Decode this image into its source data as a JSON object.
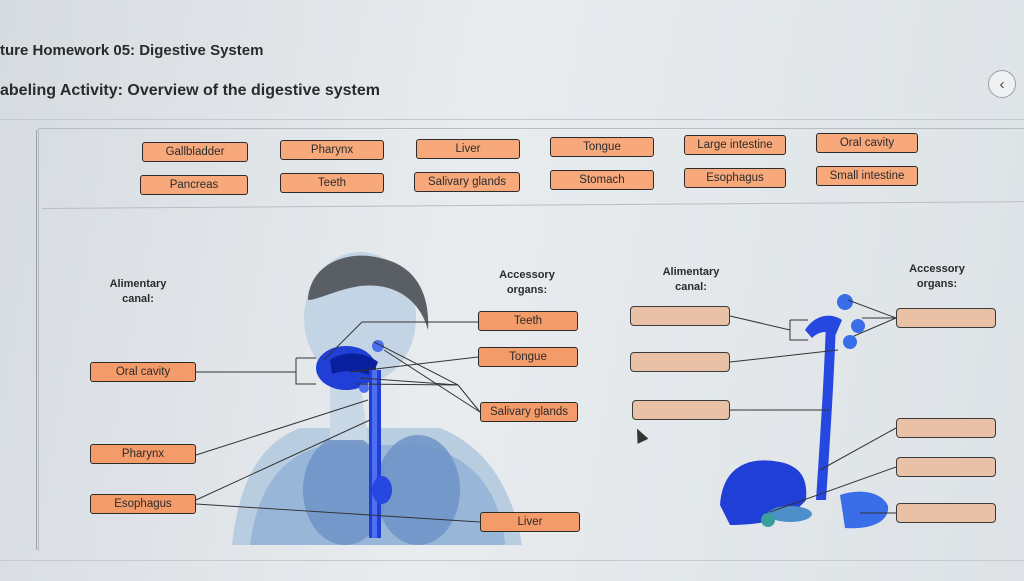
{
  "header": {
    "title": "ture Homework 05: Digestive System",
    "subtitle": "abeling Activity: Overview of the digestive system",
    "back_glyph": "‹"
  },
  "word_bank": {
    "row1": [
      "Gallbladder",
      "Pharynx",
      "Liver",
      "Tongue",
      "Large intestine",
      "Oral cavity"
    ],
    "row2": [
      "Pancreas",
      "Teeth",
      "Salivary glands",
      "Stomach",
      "Esophagus",
      "Small intestine"
    ]
  },
  "figure1": {
    "alimentary_header": "Alimentary\ncanal:",
    "accessory_header": "Accessory\norgans:",
    "placed_left": [
      "Oral cavity",
      "Pharynx",
      "Esophagus"
    ],
    "placed_right": [
      "Teeth",
      "Tongue",
      "Salivary glands",
      "Liver"
    ]
  },
  "figure2": {
    "alimentary_header": "Alimentary\ncanal:",
    "accessory_header": "Accessory\norgans:"
  },
  "colors": {
    "chip": "#f7a97c",
    "drop_target": "#e8c1a6",
    "organ_blue": "#1f3fd6"
  }
}
